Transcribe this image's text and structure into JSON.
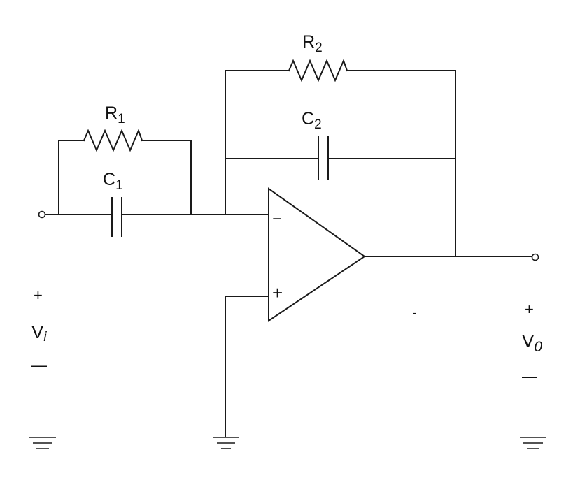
{
  "components": {
    "r1": {
      "letter": "R",
      "subscript": "1"
    },
    "r2": {
      "letter": "R",
      "subscript": "2"
    },
    "c1": {
      "letter": "C",
      "subscript": "1"
    },
    "c2": {
      "letter": "C",
      "subscript": "2"
    }
  },
  "opamp": {
    "inverting_sign": "−",
    "noninverting_sign": "+"
  },
  "input": {
    "plus": "+",
    "letter": "V",
    "subscript": "i",
    "minus": "—"
  },
  "output": {
    "plus": "+",
    "letter": "V",
    "subscript": "0",
    "minus": "—"
  },
  "stray_mark": "-"
}
